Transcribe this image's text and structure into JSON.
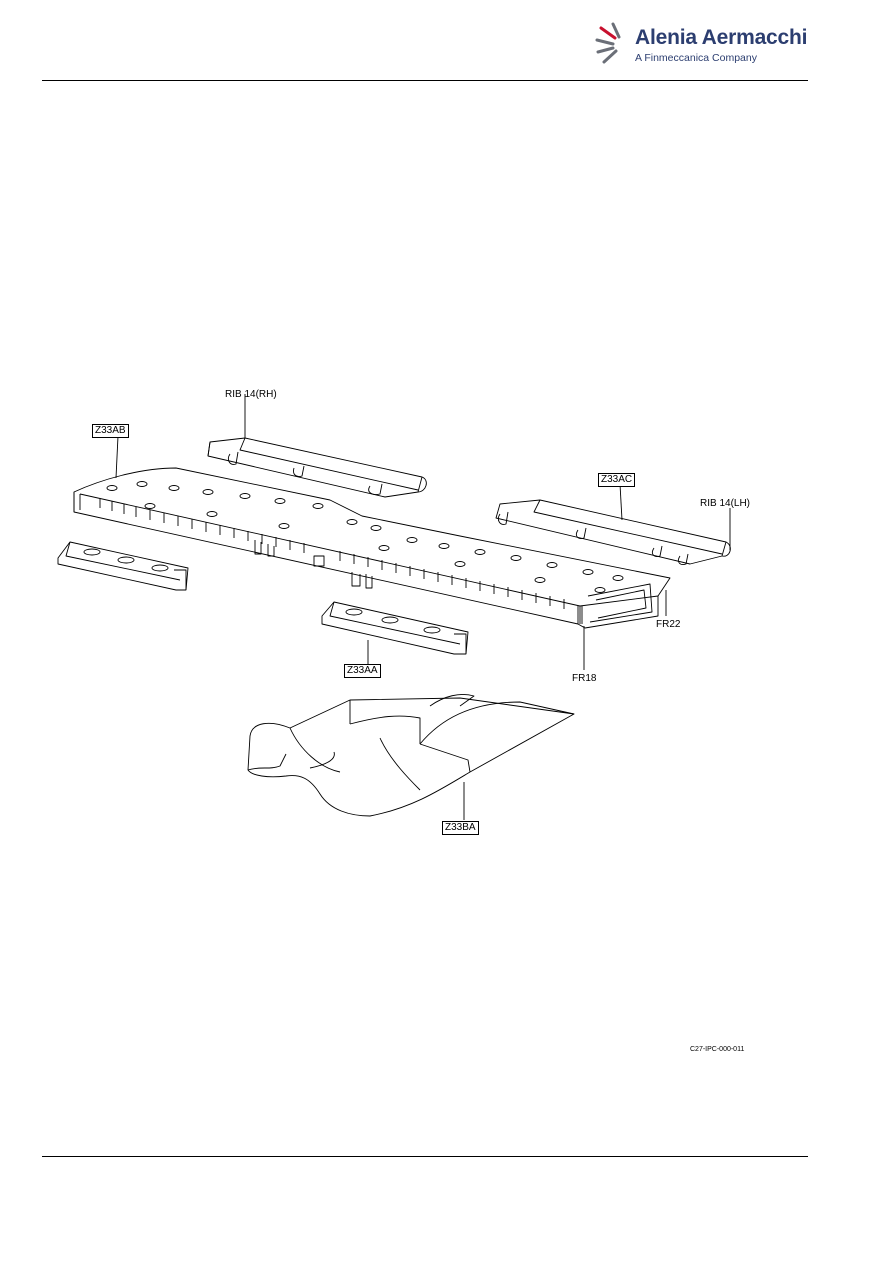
{
  "header": {
    "brand_name": "Alenia Aermacchi",
    "brand_sub": "A Finmeccanica Company"
  },
  "figure": {
    "labels": {
      "rib_rh": "RIB 14(RH)",
      "z33ab": "Z33AB",
      "z33ac": "Z33AC",
      "rib_lh": "RIB 14(LH)",
      "fr22": "FR22",
      "z33aa": "Z33AA",
      "fr18": "FR18",
      "z33ba": "Z33BA"
    },
    "reference_code": "C27-IPC-000-011"
  },
  "colors": {
    "brand_blue": "#2c3e70",
    "brand_red": "#c8102e",
    "line": "#000000"
  }
}
